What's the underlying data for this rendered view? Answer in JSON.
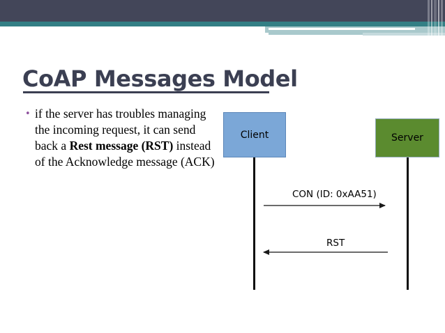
{
  "banner": {
    "dark_color": "#434659",
    "teal_color": "#337f85",
    "pale_color": "#a9c9cc"
  },
  "slide": {
    "title": "CoAP Messages Model",
    "title_color": "#3b3f52",
    "bullet_marker": "•",
    "bullet_marker_color": "#8c4e9c",
    "body_parts": {
      "lead": "if the server has troubles managing the incoming request, it can send back a ",
      "emphasis": "Rest message (RST)",
      "tail": " instead of the Acknowledge message (ACK)"
    }
  },
  "diagram": {
    "type": "sequence",
    "nodes": [
      {
        "id": "client",
        "label": "Client",
        "fill": "#7ba7d7",
        "stroke": "#5b86b8"
      },
      {
        "id": "server",
        "label": "Server",
        "fill": "#5b8b2f",
        "stroke": "#8fa8b5"
      }
    ],
    "messages": [
      {
        "id": "con",
        "label": "CON (ID: 0xAA51)",
        "from": "client",
        "to": "server",
        "direction": "right"
      },
      {
        "id": "rst",
        "label": "RST",
        "from": "server",
        "to": "client",
        "direction": "left"
      }
    ],
    "lifeline_color": "#0d0d0d",
    "arrow_color": "#3a3a3a"
  }
}
